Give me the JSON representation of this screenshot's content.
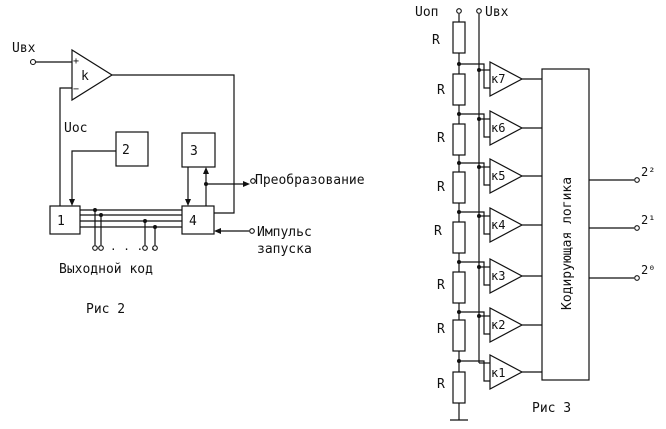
{
  "fig2": {
    "label_uvx": "Uвх",
    "label_k": "k",
    "label_plus": "+",
    "label_minus": "−",
    "label_uoc": "Uос",
    "block_1": "1",
    "block_2": "2",
    "block_3": "3",
    "block_4": "4",
    "label_conversion": "Преобразование",
    "label_pulse_line1": "Импульс",
    "label_pulse_line2": "запуска",
    "label_dots": ". . . .",
    "label_output": "Выходной код",
    "caption": "Рис 2"
  },
  "fig3": {
    "label_uop": "Uоп",
    "label_uvx": "Uвх",
    "resistor_label": "R",
    "comparators": [
      "к7",
      "к6",
      "к5",
      "к4",
      "к3",
      "к2",
      "к1"
    ],
    "logic_label": "Кодирующая логика",
    "outputs": [
      "2²",
      "2¹",
      "2⁰"
    ],
    "caption": "Рис 3"
  }
}
